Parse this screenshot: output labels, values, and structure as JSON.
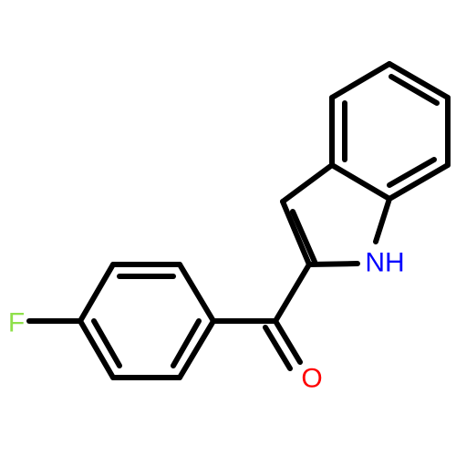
{
  "molecule": {
    "atoms": {
      "fluorine": {
        "symbol": "F",
        "color": "#8fe04a"
      },
      "oxygen": {
        "symbol": "O",
        "color": "#ff0000"
      },
      "nitrogen": {
        "symbol": "NH",
        "color": "#0000ff"
      }
    },
    "bond_color": "#000000"
  }
}
